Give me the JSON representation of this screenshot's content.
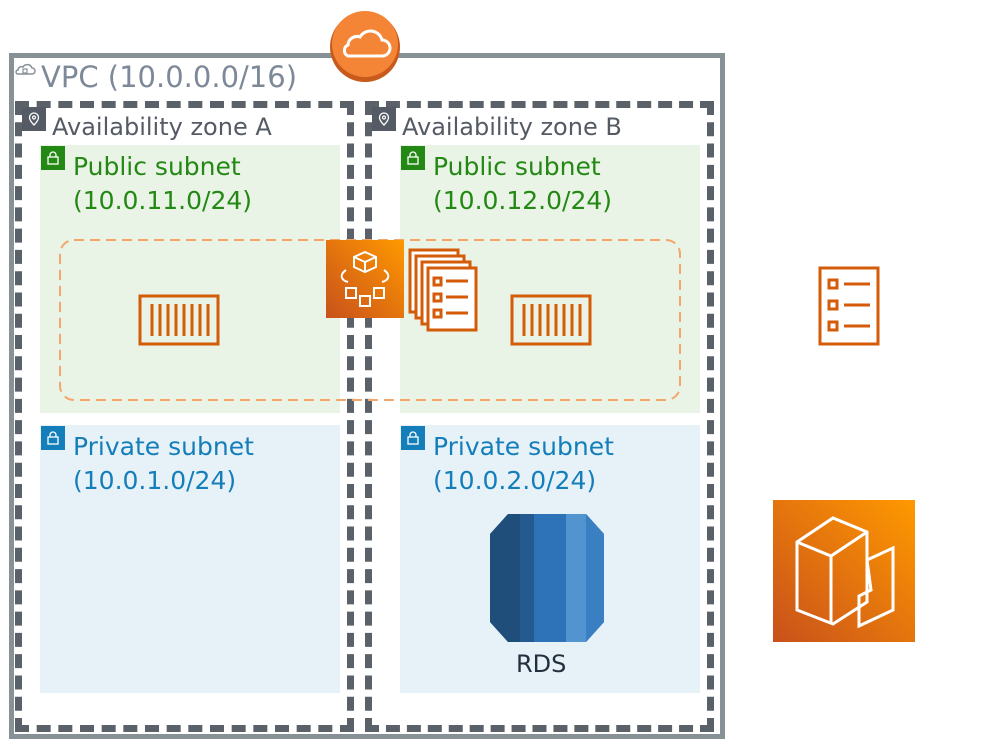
{
  "vpc": {
    "label": "VPC (10.0.0.0/16)"
  },
  "zones": [
    {
      "label": "Availability zone A"
    },
    {
      "label": "Availability zone B"
    }
  ],
  "subnets": {
    "public_a": {
      "title": "Public subnet",
      "cidr": "(10.0.11.0/24)"
    },
    "public_b": {
      "title": "Public subnet",
      "cidr": "(10.0.12.0/24)"
    },
    "private_a": {
      "title": "Private subnet",
      "cidr": "(10.0.1.0/24)"
    },
    "private_b": {
      "title": "Private subnet",
      "cidr": "(10.0.2.0/24)"
    }
  },
  "rds": {
    "label": "RDS"
  },
  "colors": {
    "aws_orange": "#d45b07",
    "orange_light": "#f78e04",
    "public_green": "#248814",
    "private_blue": "#147eba",
    "vpc_gray": "#879196",
    "az_dash": "#5a6169"
  }
}
